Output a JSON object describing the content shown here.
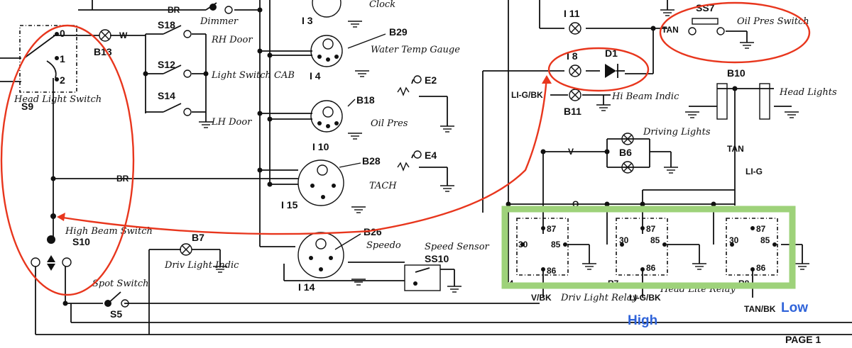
{
  "components": {
    "s9": "S9",
    "s9_note": "Head Light Switch",
    "s9_pos": [
      "0",
      "1",
      "2"
    ],
    "b13": "B13",
    "w": "W",
    "s18": "S18",
    "s18_note": "RH Door",
    "s12": "S12",
    "s12_note": "Light Switch CAB",
    "s14": "S14",
    "s14_note": "LH Door",
    "br_top": "BR",
    "dimmer": "Dimmer",
    "i3": "I 3",
    "clock": "Clock",
    "b29": "B29",
    "i4": "I 4",
    "water_temp": "Water Temp Gauge",
    "e2": "E2",
    "b18": "B18",
    "i10": "I 10",
    "oil_pres_gauge": "Oil Pres",
    "b28": "B28",
    "e4": "E4",
    "i15": "I 15",
    "tach": "TACH",
    "br_mid": "BR",
    "b26": "B26",
    "speedo": "Speedo",
    "i14": "I 14",
    "ss10": "SS10",
    "speed_sensor": "Speed Sensor",
    "b7": "B7",
    "driv_light_indic": "Driv Light Indic",
    "s10": "S10",
    "s10_note": "High Beam Switch",
    "s5": "S5",
    "spot_switch": "Spot Switch",
    "i11": "I 11",
    "tan": "TAN",
    "ss7": "SS7",
    "oil_pres_switch": "Oil Pres Switch",
    "i8": "I 8",
    "d1": "D1",
    "lig_bk_top": "LI-G/BK",
    "b11": "B11",
    "hi_beam_indic": "Hi Beam Indic",
    "b10": "B10",
    "head_lights": "Head Lights",
    "v": "V",
    "b6": "B6",
    "driving_lights": "Driving Lights",
    "tan2": "TAN",
    "lig": "LI-G",
    "o": "O",
    "r4": "R4",
    "r7": "R7",
    "r8": "R8",
    "pin87": "87",
    "pin85": "85",
    "pin30": "30",
    "pin86": "86",
    "vbk": "V/BK",
    "lig_bk": "LI-G/BK",
    "tan_bk": "TAN/BK",
    "driv_light_relay": "Driv Light Relay",
    "head_lite_relay": "Head Lite Relay",
    "high": "High",
    "low": "Low",
    "page": "PAGE 1"
  },
  "colors": {
    "annotation_red": "#e8361d",
    "highlight_green": "#9ed27a",
    "label_blue": "#2f63d9"
  }
}
